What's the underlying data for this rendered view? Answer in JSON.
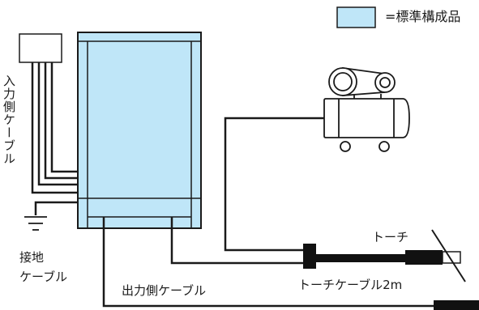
{
  "legend": {
    "text": "=標準構成品",
    "swatch_color": "#bfe6f8"
  },
  "labels": {
    "input_cable": "入力側ケーブル",
    "ground_cable_line1": "接地",
    "ground_cable_line2": "ケーブル",
    "output_cable": "出力側ケーブル",
    "torch": "トーチ",
    "torch_cable": "トーチケーブル2m"
  },
  "colors": {
    "stroke": "#1a1a1a",
    "component_fill": "#bfe6f8"
  }
}
